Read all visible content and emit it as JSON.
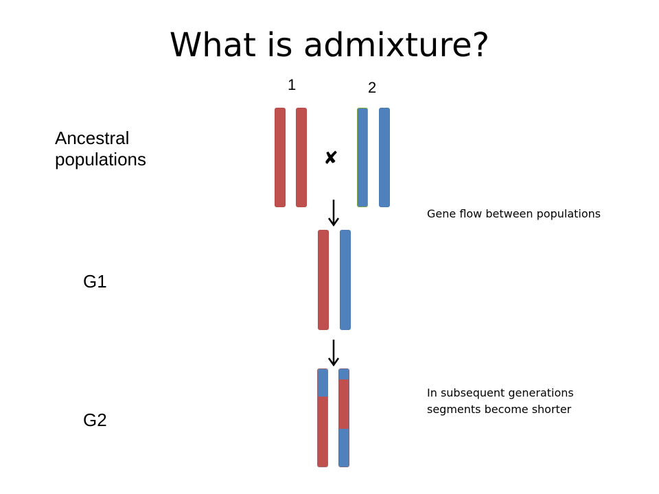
{
  "title": "What is admixture?",
  "populations": {
    "pop1_label": "1",
    "pop2_label": "2"
  },
  "rows": {
    "ancestral_label": "Ancestral\npopulations",
    "g1_label": "G1",
    "g2_label": "G2"
  },
  "notes": {
    "gene_flow": "Gene flow between populations",
    "subsequent": "In subsequent generations\nsegments become shorter"
  },
  "cross_symbol": "✘",
  "colors": {
    "population_1": "#c0504d",
    "population_2": "#4f81bd",
    "text": "#000000"
  }
}
